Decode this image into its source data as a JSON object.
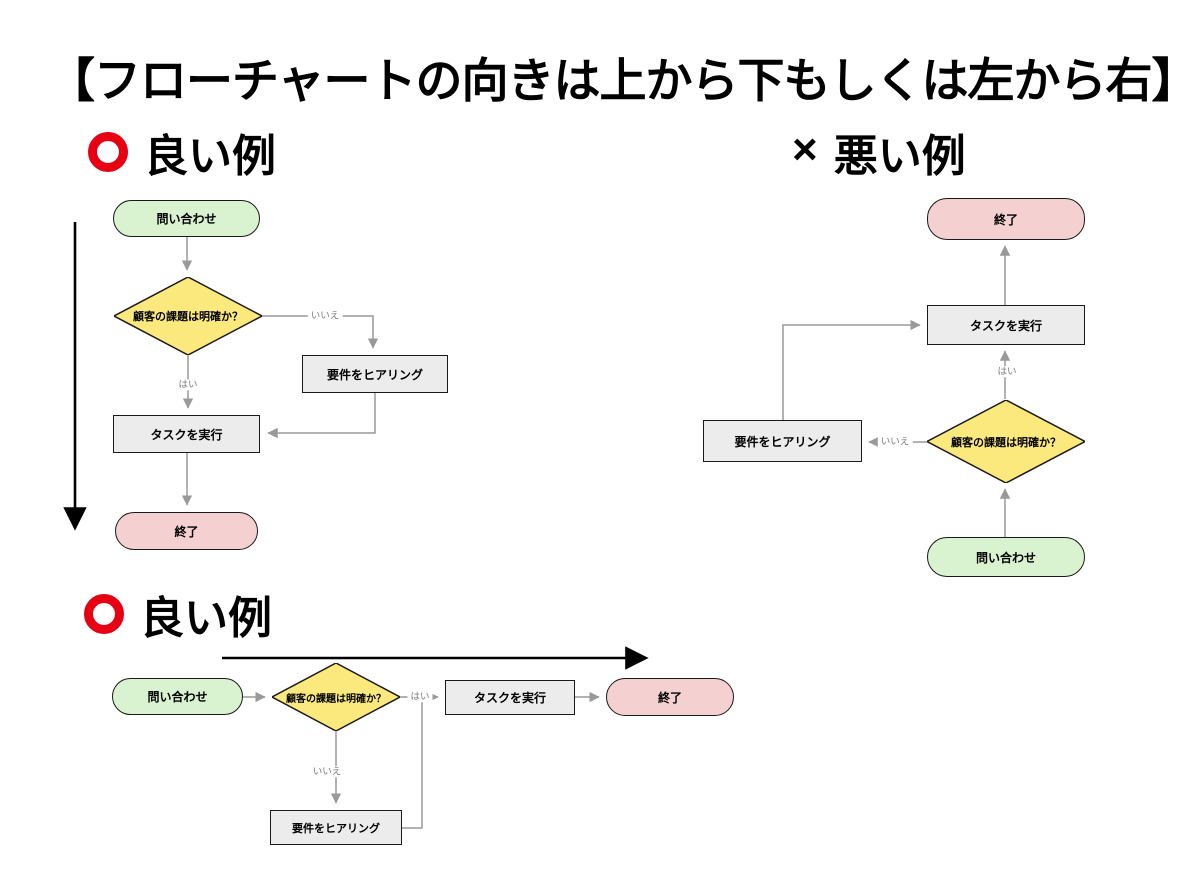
{
  "title": "【フローチャートの向きは上から下もしくは左から右】",
  "sections": {
    "good_top": {
      "marker": "〇",
      "label": "良い例"
    },
    "bad": {
      "marker": "×",
      "label": "悪い例"
    },
    "good_bottom": {
      "marker": "〇",
      "label": "良い例"
    }
  },
  "charts": {
    "top_left_good": {
      "direction": "top-to-bottom",
      "nodes": {
        "start": "問い合わせ",
        "decision": "顧客の課題は明確か？",
        "hearing": "要件をヒアリング",
        "task": "タスクを実行",
        "end": "終了"
      },
      "labels": {
        "yes": "はい",
        "no": "いいえ"
      }
    },
    "top_right_bad": {
      "direction": "bottom-to-top",
      "nodes": {
        "start": "問い合わせ",
        "decision": "顧客の課題は明確か？",
        "hearing": "要件をヒアリング",
        "task": "タスクを実行",
        "end": "終了"
      },
      "labels": {
        "yes": "はい",
        "no": "いいえ"
      }
    },
    "bottom_good": {
      "direction": "left-to-right",
      "nodes": {
        "start": "問い合わせ",
        "decision": "顧客の課題は明確か？",
        "hearing": "要件をヒアリング",
        "task": "タスクを実行",
        "end": "終了"
      },
      "labels": {
        "yes": "はい",
        "no": "いいえ"
      }
    }
  },
  "colors": {
    "start_fill": "#d9f2d0",
    "end_fill": "#f5d0d1",
    "decision_fill": "#fce97d",
    "process_fill": "#ececec",
    "node_border": "#1a1a1a",
    "connector": "#999999",
    "good_marker": "#e60012",
    "bad_marker": "#000000"
  }
}
